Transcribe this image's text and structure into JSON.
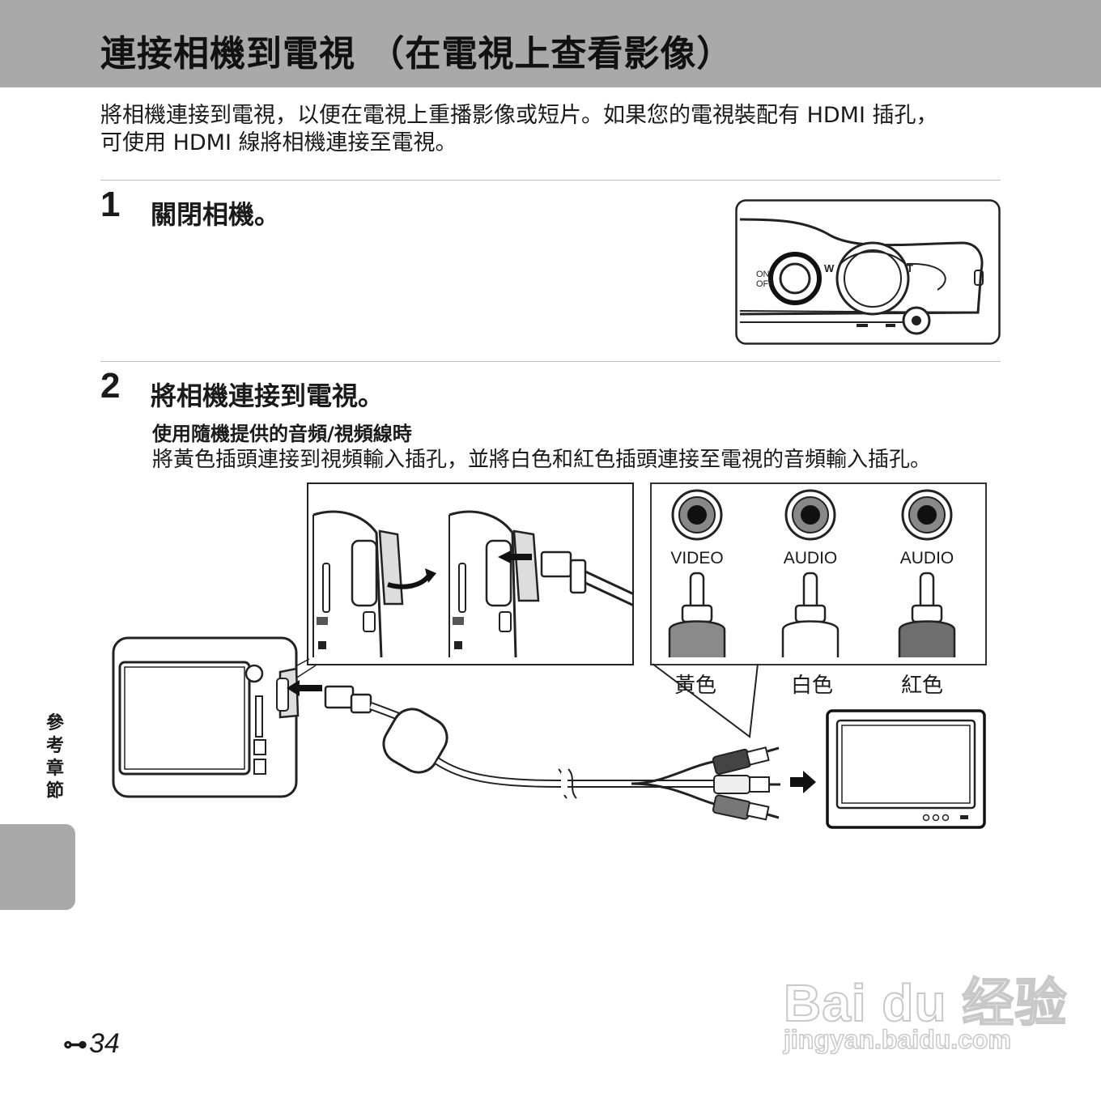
{
  "header": {
    "title": "連接相機到電視 （在電視上查看影像）"
  },
  "intro": {
    "line1": "將相機連接到電視，以便在電視上重播影像或短片。如果您的電視裝配有 HDMI 插孔，",
    "line2": "可使用 HDMI 線將相機連接至電視。"
  },
  "steps": [
    {
      "number": "1",
      "text": "關閉相機。"
    },
    {
      "number": "2",
      "text": "將相機連接到電視。"
    }
  ],
  "step2_detail": {
    "subhead": "使用隨機提供的音頻/視頻線時",
    "text": "將黃色插頭連接到視頻輸入插孔，並將白色和紅色插頭連接至電視的音頻輸入插孔。"
  },
  "jacks": [
    {
      "label": "VIDEO",
      "color_name": "黃色"
    },
    {
      "label": "AUDIO",
      "color_name": "白色"
    },
    {
      "label": "AUDIO",
      "color_name": "紅色"
    }
  ],
  "side_tab": {
    "label": "參考章節"
  },
  "footer": {
    "page_number": "34"
  },
  "watermark": {
    "logo": "Bai du 经验",
    "url": "jingyan.baidu.com"
  }
}
